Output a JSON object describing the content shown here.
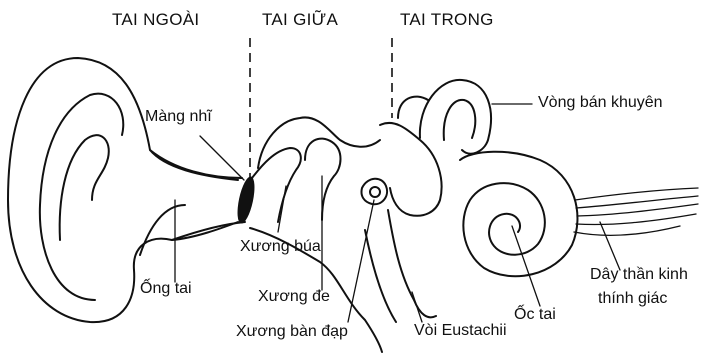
{
  "sections": {
    "outer": "TAI NGOÀI",
    "middle": "TAI GIỮA",
    "inner": "TAI TRONG"
  },
  "labels": {
    "eardrum": "Màng nhĩ",
    "semicircular_canals": "Vòng bán khuyên",
    "malleus": "Xương búa",
    "ear_canal": "Ống tai",
    "incus": "Xương đe",
    "stapes": "Xương bàn đạp",
    "eustachian_tube": "Vòi Eustachii",
    "cochlea": "Ốc tai",
    "auditory_nerve_line1": "Dây thần kinh",
    "auditory_nerve_line2": "thính giác"
  },
  "colors": {
    "ink": "#111111",
    "background": "#ffffff"
  }
}
